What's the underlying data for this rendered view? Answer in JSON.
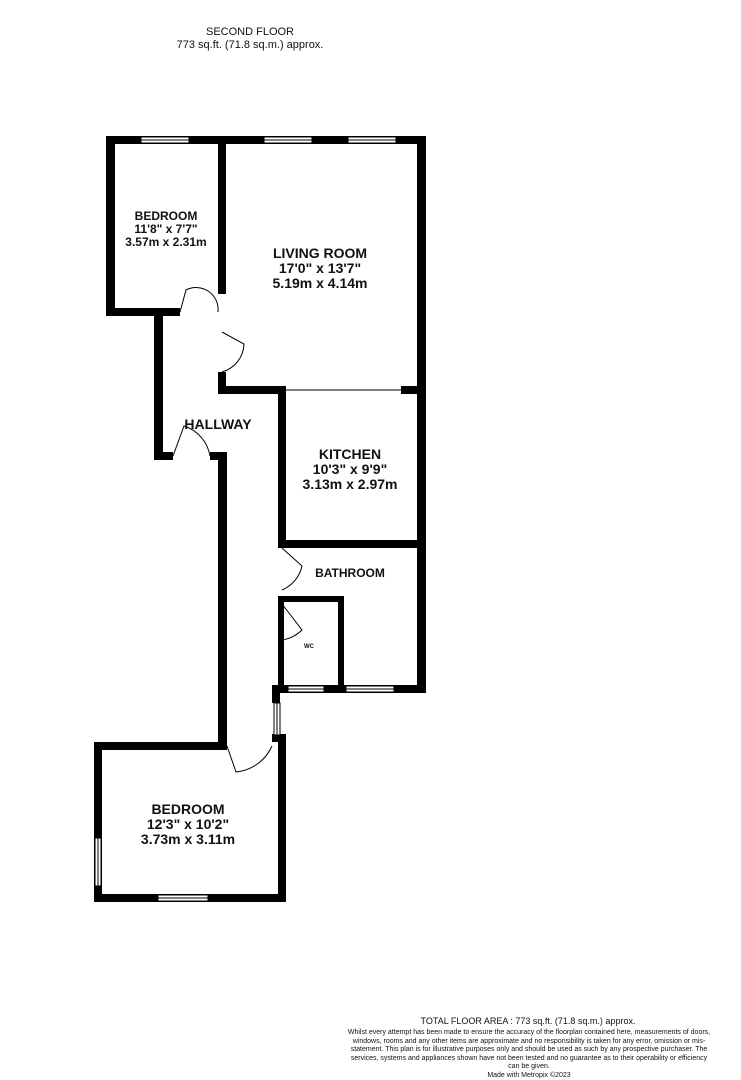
{
  "header": {
    "floor": "SECOND FLOOR",
    "area": "773 sq.ft. (71.8 sq.m.) approx."
  },
  "rooms": {
    "bedroom1": {
      "name": "BEDROOM",
      "imperial": "11'8\"  x 7'7\"",
      "metric": "3.57m  x 2.31m"
    },
    "living": {
      "name": "LIVING ROOM",
      "imperial": "17'0\"  x 13'7\"",
      "metric": "5.19m  x 4.14m"
    },
    "hallway": {
      "name": "HALLWAY"
    },
    "kitchen": {
      "name": "KITCHEN",
      "imperial": "10'3\"  x 9'9\"",
      "metric": "3.13m  x 2.97m"
    },
    "bathroom": {
      "name": "BATHROOM"
    },
    "wc": {
      "name": "WC"
    },
    "bedroom2": {
      "name": "BEDROOM",
      "imperial": "12'3\"  x 10'2\"",
      "metric": "3.73m  x 3.11m"
    }
  },
  "footer": {
    "total": "TOTAL FLOOR AREA : 773 sq.ft. (71.8 sq.m.) approx.",
    "disclaimer": "Whilst every attempt has been made to ensure the accuracy of the floorplan contained here, measurements of doors, windows, rooms and any other items are approximate and no responsibility is taken for any error, omission or mis-statement. This plan is for illustrative purposes only and should be used as such by any prospective purchaser. The services, systems and appliances shown have not been tested and no guarantee as to their operability or efficiency can be given.",
    "made_with": "Made with Metropix ©2023"
  },
  "colors": {
    "wall": "#000000",
    "background": "#ffffff"
  }
}
